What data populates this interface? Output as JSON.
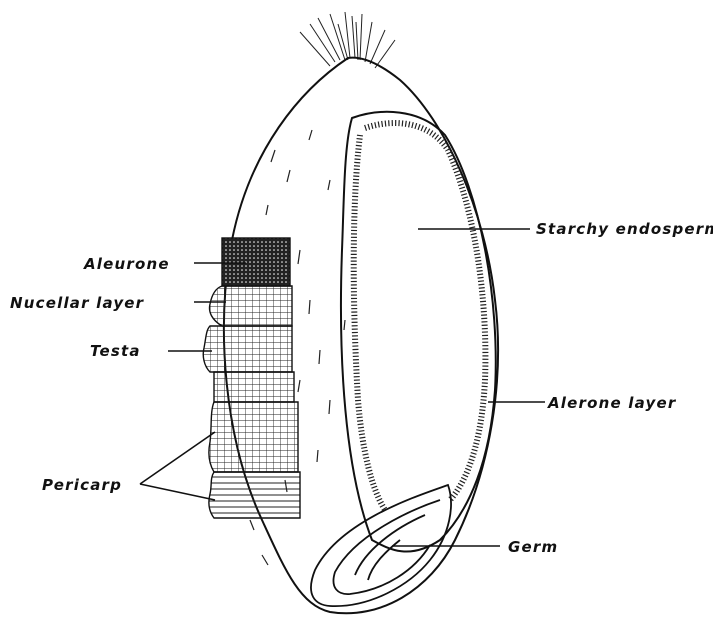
{
  "diagram": {
    "labels": {
      "aleurone": "Aleurone",
      "nucellar_layer": "Nucellar layer",
      "testa": "Testa",
      "pericarp": "Pericarp",
      "starchy_endosperm": "Starchy endosperm",
      "alerone_layer": "Alerone layer",
      "germ": "Germ"
    }
  }
}
